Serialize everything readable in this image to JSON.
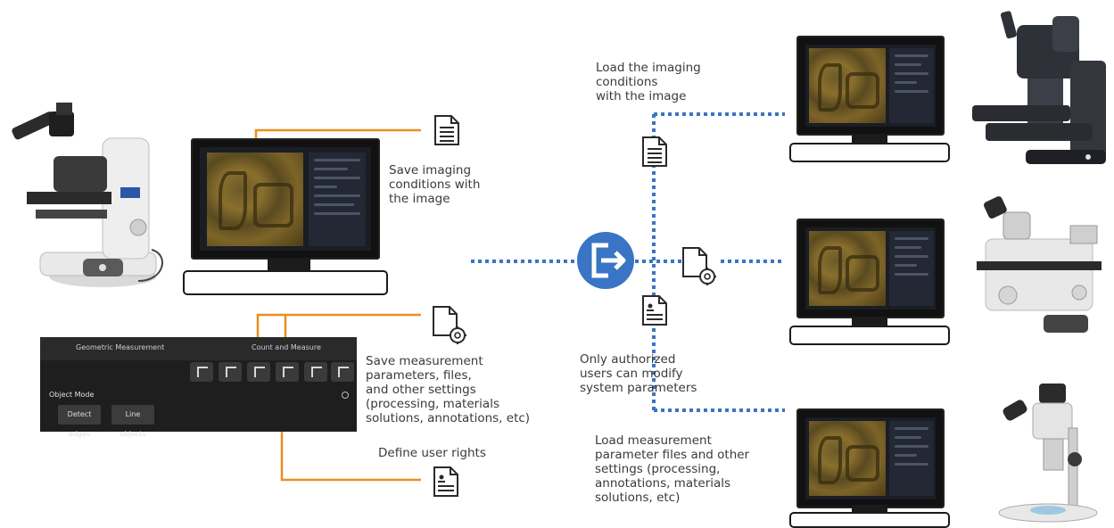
{
  "colors": {
    "orange": "#e8901e",
    "blue": "#3a74c4",
    "dark": "#1b1b1b"
  },
  "labels": {
    "save_imaging": "Save imaging\nconditions with\nthe image",
    "save_measurement": "Save measurement\nparameters, files,\nand other settings\n(processing, materials\nsolutions, annotations, etc)",
    "define_rights": "Define user rights",
    "load_imaging": "Load the imaging\nconditions\nwith the image",
    "authorized": "Only authorized\nusers can modify\nsystem parameters",
    "load_measurement": "Load measurement\nparameter files and other\nsettings (processing,\nannotations, materials\nsolutions, etc)"
  },
  "software_panel": {
    "tab_left": "Geometric Measurement",
    "tab_right": "Count and Measure",
    "mode_label": "Object Mode",
    "button_1": "Detect edges",
    "button_2": "Line objects"
  },
  "icons": {
    "export": "export-arrow-icon",
    "document": "document-icon",
    "settings_file": "settings-file-icon",
    "user_rights": "user-rights-document-icon"
  }
}
